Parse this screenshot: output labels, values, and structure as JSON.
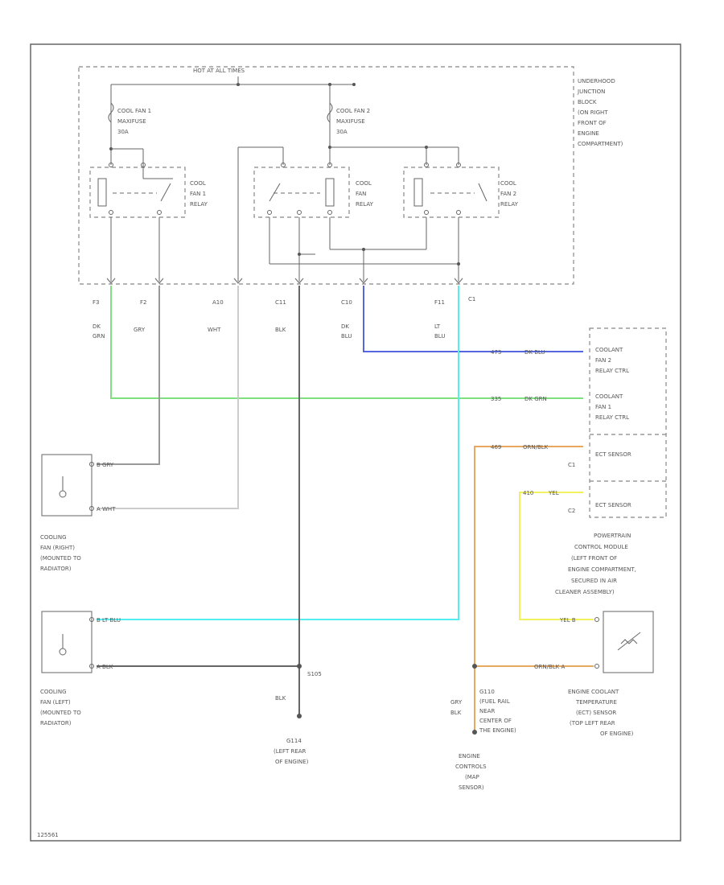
{
  "hot_at_all_times": "HOT AT ALL TIMES",
  "underhood_block": [
    "UNDERHOOD",
    "JUNCTION",
    "BLOCK",
    "(ON RIGHT",
    "FRONT OF",
    "ENGINE",
    "COMPARTMENT)"
  ],
  "fuse1": [
    "COOL FAN 1",
    "MAXIFUSE",
    "30A"
  ],
  "fuse2": [
    "COOL FAN 2",
    "MAXIFUSE",
    "30A"
  ],
  "relay1": [
    "COOL",
    "FAN 1",
    "RELAY"
  ],
  "relay_mid": [
    "COOL",
    "FAN",
    "RELAY"
  ],
  "relay2": [
    "COOL",
    "FAN 2",
    "RELAY"
  ],
  "pins": [
    "F3",
    "F2",
    "A10",
    "C11",
    "C10",
    "F11",
    "C1"
  ],
  "wire_colors_top": [
    [
      "DK",
      "GRN"
    ],
    [
      "GRY"
    ],
    [
      "WHT"
    ],
    [
      "BLK"
    ],
    [
      "DK",
      "BLU"
    ],
    [
      "LT",
      "BLU"
    ]
  ],
  "pcm_pin_fan2": "473",
  "pcm_wire_fan2": "DK BLU",
  "pcm_pin_fan1": "335",
  "pcm_wire_fan1": "DK GRN",
  "pcm_fan2_label": [
    "COOLANT",
    "FAN 2",
    "RELAY CTRL"
  ],
  "pcm_fan1_label": [
    "COOLANT",
    "FAN 1",
    "RELAY CTRL"
  ],
  "pcm_c1": "C1",
  "pcm_c2": "C2",
  "ect_pin1": "469",
  "ect_wire1": "ORN/BLK",
  "ect_pin2": "410",
  "ect_wire2": "YEL",
  "ect_sensor1": "ECT SENSOR",
  "ect_sensor2": "ECT SENSOR",
  "pcm_label": [
    "POWERTRAIN",
    "CONTROL MODULE",
    "(LEFT FRONT OF",
    "ENGINE COMPARTMENT,",
    "SECURED IN AIR",
    "CLEANER ASSEMBLY)"
  ],
  "fan_right_pin_a": "B GRY",
  "fan_right_pin_b": "A WHT",
  "fan_right_label": [
    "COOLING",
    "FAN (RIGHT)",
    "(MOUNTED TO",
    "RADIATOR)"
  ],
  "fan_left_pin_a": "B LT BLU",
  "fan_left_pin_b": "A BLK",
  "fan_left_label": [
    "COOLING",
    "FAN (LEFT)",
    "(MOUNTED TO",
    "RADIATOR)"
  ],
  "ground_splice": "S105",
  "ground_wire": "BLK",
  "ground_label": [
    "G114",
    "(LEFT REAR",
    "OF ENGINE)"
  ],
  "ect_yel_b": "YEL  B",
  "ect_orn_a": "ORN/BLK  A",
  "ect_label": [
    "ENGINE COOLANT",
    "TEMPERATURE",
    "(ECT) SENSOR",
    "(TOP LEFT REAR",
    "OF ENGINE)"
  ],
  "g110_splice": [
    "G110",
    "(FUEL RAIL",
    "NEAR",
    "CENTER OF",
    "THE ENGINE)"
  ],
  "g110_wire": [
    "GRY",
    "BLK"
  ],
  "engine_controls_label": [
    "ENGINE",
    "CONTROLS",
    "(MAP",
    "SENSOR)"
  ],
  "figure_id": "125561",
  "colors": {
    "dk_grn": "#7ee07e",
    "dk_blu": "#5566e0",
    "lt_blu": "#55eef0",
    "yel": "#f0f060",
    "orn": "#e8a860",
    "blk": "#666666",
    "gry": "#999999",
    "wht": "#cccccc"
  }
}
